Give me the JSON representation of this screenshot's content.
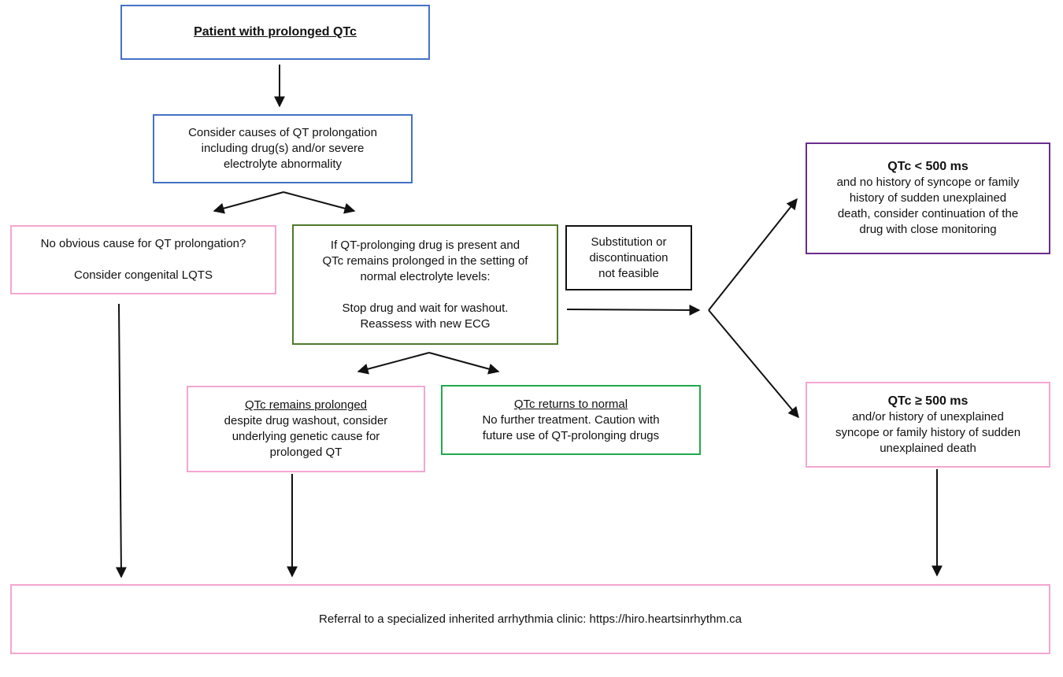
{
  "start": {
    "title": "Patient with prolonged QTc"
  },
  "causes": {
    "lines": [
      "Consider causes of QT prolongation",
      "including drug(s) and/or severe",
      "electrolyte abnormality"
    ]
  },
  "no_cause": {
    "line1": "No obvious cause for QT prolongation?",
    "line2": "Consider congenital LQTS"
  },
  "drug": {
    "lines": [
      "If QT-prolonging drug is present and",
      "QTc remains prolonged in the setting of",
      "normal electrolyte levels:"
    ],
    "action_lines": [
      "Stop drug and wait for washout.",
      "Reassess with new ECG"
    ]
  },
  "substitution": {
    "lines": [
      "Substitution or",
      "discontinuation",
      "not feasible"
    ]
  },
  "remains": {
    "heading": "QTc remains prolonged",
    "lines": [
      "despite drug washout, consider",
      "underlying genetic cause for",
      "prolonged QT"
    ]
  },
  "normal": {
    "heading": "QTc returns to normal",
    "lines": [
      "No further treatment. Caution with",
      "future use of QT-prolonging drugs"
    ]
  },
  "under500": {
    "heading": "QTc < 500 ms",
    "lines": [
      "and no history of syncope or family",
      "history of sudden unexplained",
      "death, consider continuation of the",
      "drug with close monitoring"
    ]
  },
  "over500": {
    "heading": "QTc ≥ 500 ms",
    "lines": [
      "and/or history of unexplained",
      "syncope or family history of sudden",
      "unexplained death"
    ]
  },
  "referral": {
    "text": "Referral to a specialized inherited arrhythmia clinic: https://hiro.heartsinrhythm.ca"
  },
  "colors": {
    "blue": "#4472c4",
    "pink": "#f4a6d0",
    "olive": "#4e7a2c",
    "green": "#1faa4c",
    "purple": "#6a2c8f",
    "black": "#111111"
  }
}
